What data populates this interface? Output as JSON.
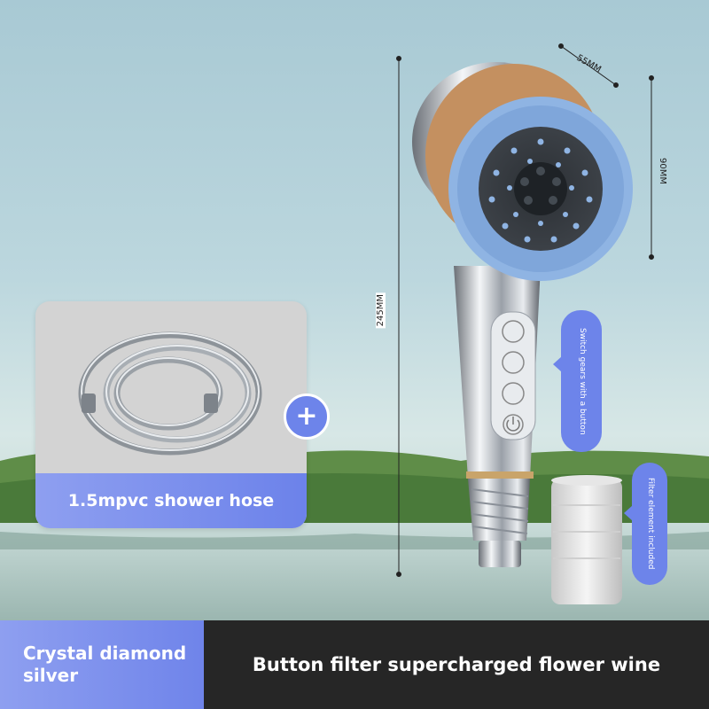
{
  "product": {
    "dimensions": {
      "width_label": "55MM",
      "height_label": "90MM",
      "length_label": "245MM"
    },
    "callouts": {
      "switch": "Switch gears with a button",
      "filter": "Filter element included"
    },
    "accessory": {
      "label": "1.5mpvc shower hose",
      "plus_symbol": "+"
    }
  },
  "variant": {
    "color_name": "Crystal diamond silver",
    "model_name": "Button filter supercharged flower wine"
  },
  "colors": {
    "accent": "#6d84ea",
    "bar_dark": "#262626",
    "silicone_blue": "#8fb4e3"
  },
  "icons": [
    "shower-head-icon",
    "shower-hose-icon",
    "filter-cartridge-icon",
    "power-icon"
  ]
}
